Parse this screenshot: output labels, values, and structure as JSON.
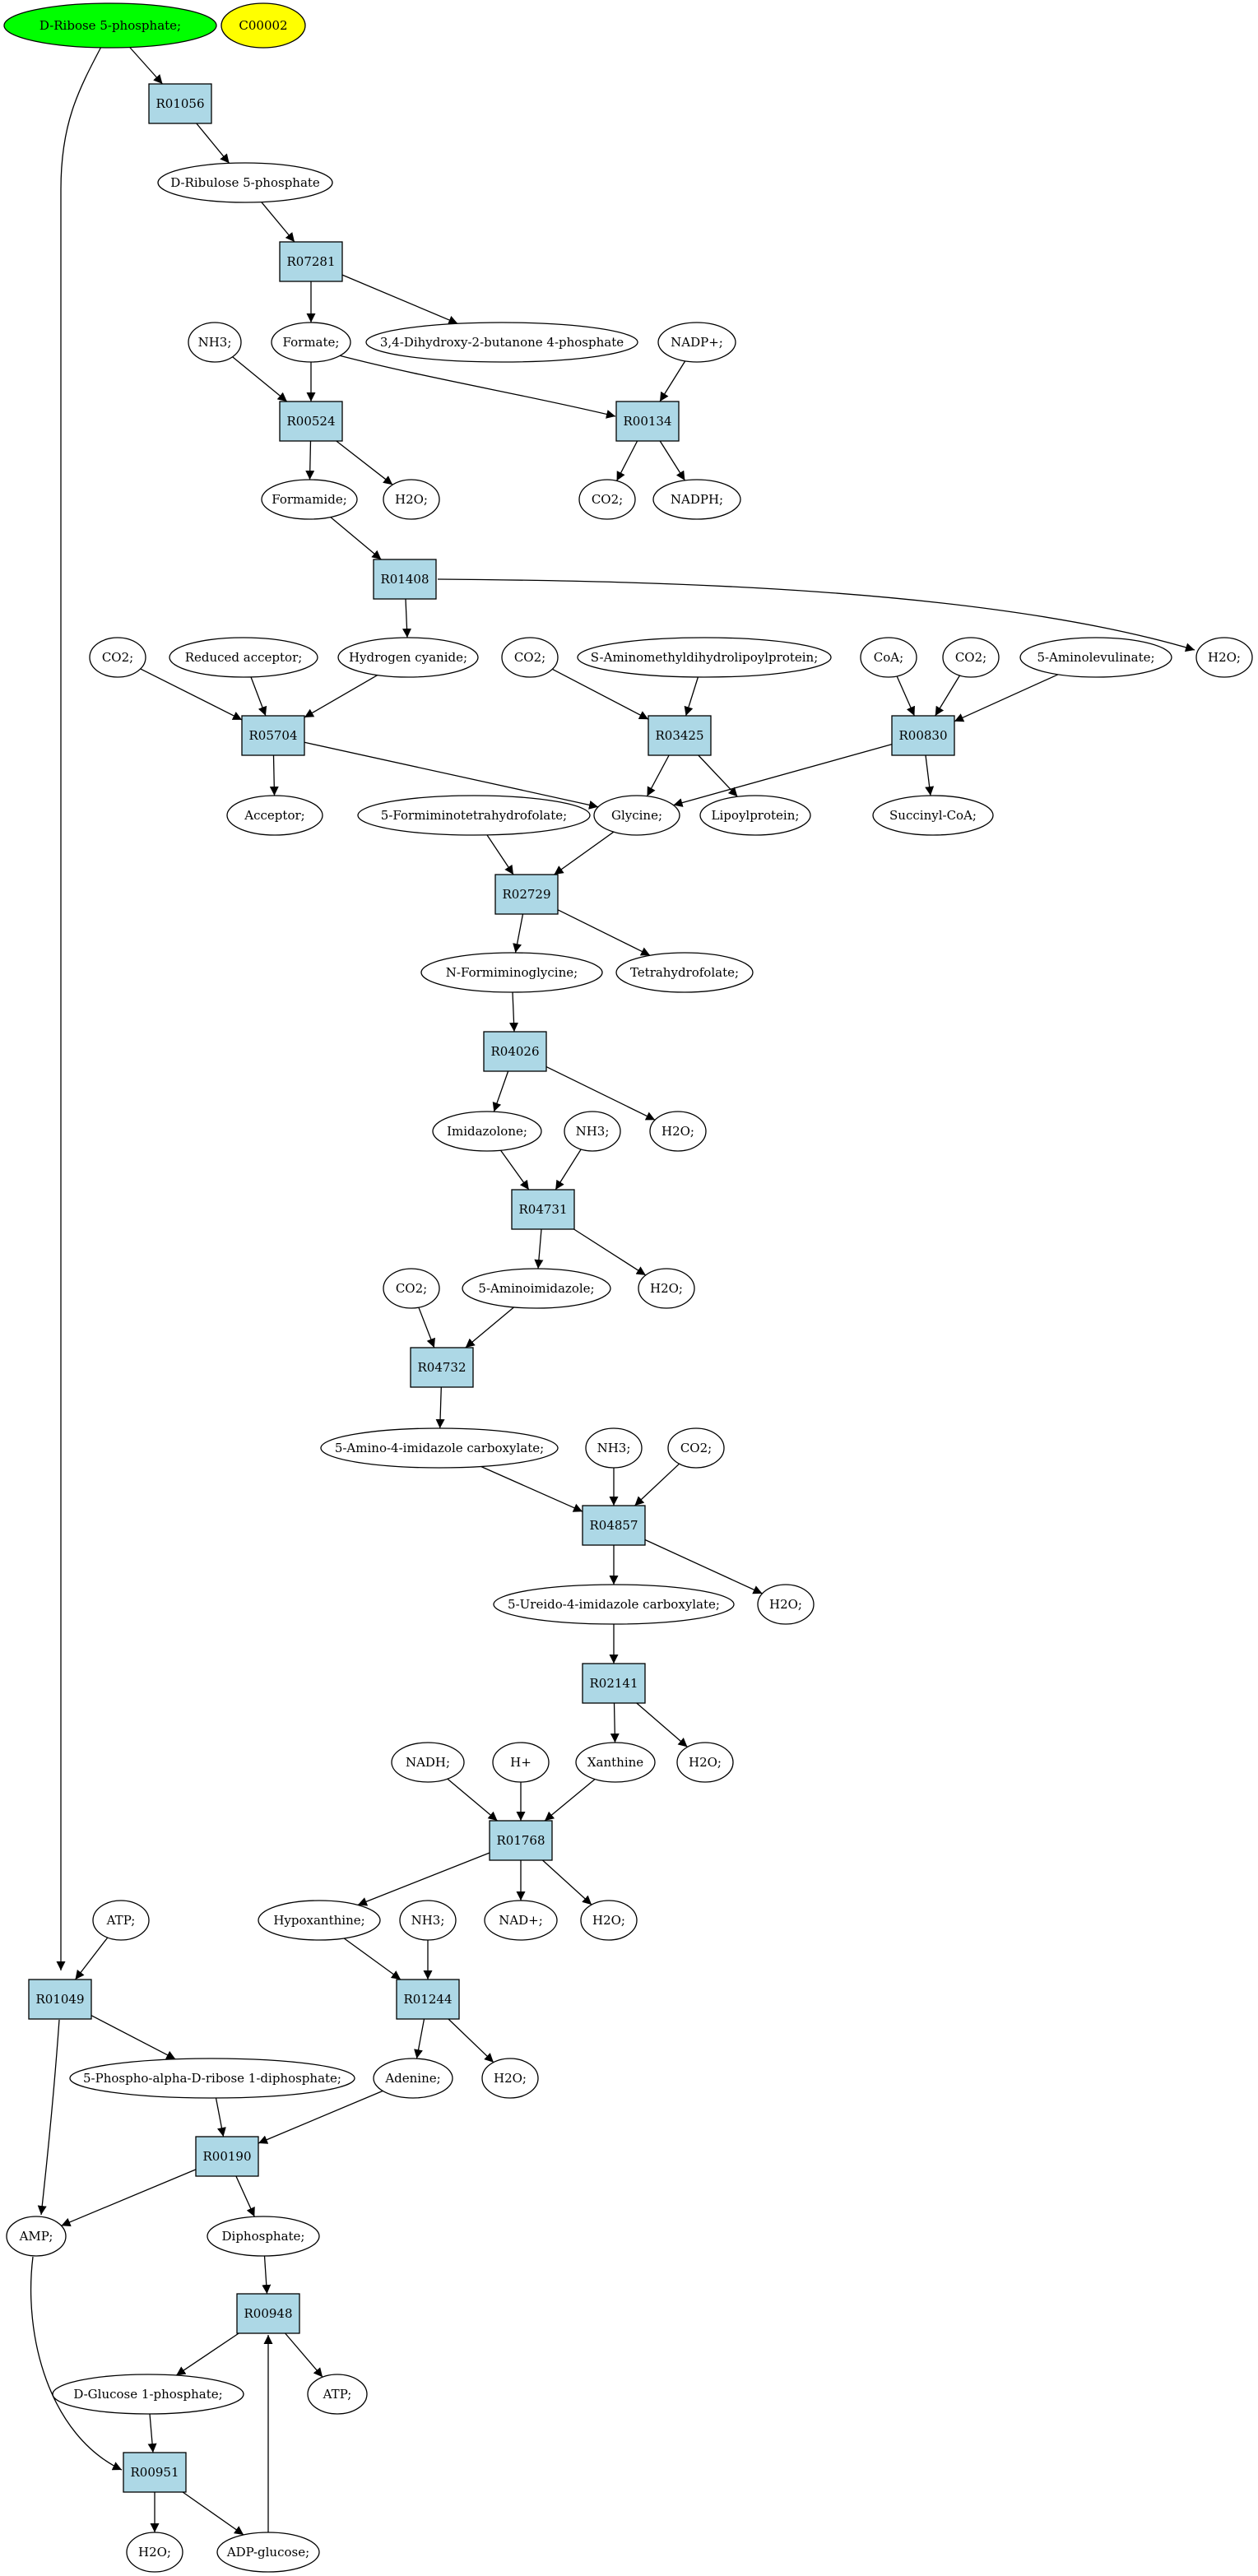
{
  "colors": {
    "reaction_fill": "#add8e6",
    "compound_fill": "#ffffff",
    "highlight_start": "#00ff00",
    "highlight_secondary": "#ffff00",
    "stroke": "#000000"
  },
  "nodes": [
    {
      "id": "ribose5p",
      "label": "D-Ribose 5-phosphate;",
      "shape": "ellipse",
      "color": "highlight_start"
    },
    {
      "id": "c00002",
      "label": "C00002",
      "shape": "ellipse",
      "color": "highlight_secondary"
    },
    {
      "id": "R01056",
      "label": "R01056",
      "shape": "box"
    },
    {
      "id": "ribulose5p",
      "label": "D-Ribulose 5-phosphate",
      "shape": "ellipse"
    },
    {
      "id": "R07281",
      "label": "R07281",
      "shape": "box"
    },
    {
      "id": "nh3_1",
      "label": "NH3;",
      "shape": "ellipse"
    },
    {
      "id": "formate",
      "label": "Formate;",
      "shape": "ellipse"
    },
    {
      "id": "dhbp",
      "label": "3,4-Dihydroxy-2-butanone 4-phosphate",
      "shape": "ellipse"
    },
    {
      "id": "nadp",
      "label": "NADP+;",
      "shape": "ellipse"
    },
    {
      "id": "R00524",
      "label": "R00524",
      "shape": "box"
    },
    {
      "id": "R00134",
      "label": "R00134",
      "shape": "box"
    },
    {
      "id": "formamide",
      "label": "Formamide;",
      "shape": "ellipse"
    },
    {
      "id": "h2o_1",
      "label": "H2O;",
      "shape": "ellipse"
    },
    {
      "id": "co2_1",
      "label": "CO2;",
      "shape": "ellipse"
    },
    {
      "id": "nadph",
      "label": "NADPH;",
      "shape": "ellipse"
    },
    {
      "id": "R01408",
      "label": "R01408",
      "shape": "box"
    },
    {
      "id": "h2o_2",
      "label": "H2O;",
      "shape": "ellipse"
    },
    {
      "id": "co2_2",
      "label": "CO2;",
      "shape": "ellipse"
    },
    {
      "id": "redacc",
      "label": "Reduced acceptor;",
      "shape": "ellipse"
    },
    {
      "id": "hcn",
      "label": "Hydrogen cyanide;",
      "shape": "ellipse"
    },
    {
      "id": "co2_3",
      "label": "CO2;",
      "shape": "ellipse"
    },
    {
      "id": "samdlp",
      "label": "S-Aminomethyldihydrolipoylprotein;",
      "shape": "ellipse"
    },
    {
      "id": "coa",
      "label": "CoA;",
      "shape": "ellipse"
    },
    {
      "id": "co2_4",
      "label": "CO2;",
      "shape": "ellipse"
    },
    {
      "id": "ala5",
      "label": "5-Aminolevulinate;",
      "shape": "ellipse"
    },
    {
      "id": "R05704",
      "label": "R05704",
      "shape": "box"
    },
    {
      "id": "R03425",
      "label": "R03425",
      "shape": "box"
    },
    {
      "id": "R00830",
      "label": "R00830",
      "shape": "box"
    },
    {
      "id": "acceptor",
      "label": "Acceptor;",
      "shape": "ellipse"
    },
    {
      "id": "fthf",
      "label": "5-Formiminotetrahydrofolate;",
      "shape": "ellipse"
    },
    {
      "id": "glycine",
      "label": "Glycine;",
      "shape": "ellipse"
    },
    {
      "id": "lipoyl",
      "label": "Lipoylprotein;",
      "shape": "ellipse"
    },
    {
      "id": "succoa",
      "label": "Succinyl-CoA;",
      "shape": "ellipse"
    },
    {
      "id": "R02729",
      "label": "R02729",
      "shape": "box"
    },
    {
      "id": "nfgly",
      "label": "N-Formiminoglycine;",
      "shape": "ellipse"
    },
    {
      "id": "thf",
      "label": "Tetrahydrofolate;",
      "shape": "ellipse"
    },
    {
      "id": "R04026",
      "label": "R04026",
      "shape": "box"
    },
    {
      "id": "imidazolone",
      "label": "Imidazolone;",
      "shape": "ellipse"
    },
    {
      "id": "nh3_2",
      "label": "NH3;",
      "shape": "ellipse"
    },
    {
      "id": "h2o_3",
      "label": "H2O;",
      "shape": "ellipse"
    },
    {
      "id": "R04731",
      "label": "R04731",
      "shape": "box"
    },
    {
      "id": "co2_5",
      "label": "CO2;",
      "shape": "ellipse"
    },
    {
      "id": "aminoimid",
      "label": "5-Aminoimidazole;",
      "shape": "ellipse"
    },
    {
      "id": "h2o_4",
      "label": "H2O;",
      "shape": "ellipse"
    },
    {
      "id": "R04732",
      "label": "R04732",
      "shape": "box"
    },
    {
      "id": "aic",
      "label": "5-Amino-4-imidazole carboxylate;",
      "shape": "ellipse"
    },
    {
      "id": "nh3_3",
      "label": "NH3;",
      "shape": "ellipse"
    },
    {
      "id": "co2_6",
      "label": "CO2;",
      "shape": "ellipse"
    },
    {
      "id": "R04857",
      "label": "R04857",
      "shape": "box"
    },
    {
      "id": "uic",
      "label": "5-Ureido-4-imidazole carboxylate;",
      "shape": "ellipse"
    },
    {
      "id": "h2o_5",
      "label": "H2O;",
      "shape": "ellipse"
    },
    {
      "id": "R02141",
      "label": "R02141",
      "shape": "box"
    },
    {
      "id": "nadh",
      "label": "NADH;",
      "shape": "ellipse"
    },
    {
      "id": "hplus",
      "label": "H+",
      "shape": "ellipse"
    },
    {
      "id": "xanthine",
      "label": "Xanthine",
      "shape": "ellipse"
    },
    {
      "id": "h2o_6",
      "label": "H2O;",
      "shape": "ellipse"
    },
    {
      "id": "R01768",
      "label": "R01768",
      "shape": "box"
    },
    {
      "id": "atp_1",
      "label": "ATP;",
      "shape": "ellipse"
    },
    {
      "id": "hypoxanthine",
      "label": "Hypoxanthine;",
      "shape": "ellipse"
    },
    {
      "id": "nh3_4",
      "label": "NH3;",
      "shape": "ellipse"
    },
    {
      "id": "nadplus",
      "label": "NAD+;",
      "shape": "ellipse"
    },
    {
      "id": "h2o_7",
      "label": "H2O;",
      "shape": "ellipse"
    },
    {
      "id": "R01049",
      "label": "R01049",
      "shape": "box"
    },
    {
      "id": "R01244",
      "label": "R01244",
      "shape": "box"
    },
    {
      "id": "prpp",
      "label": "5-Phospho-alpha-D-ribose 1-diphosphate;",
      "shape": "ellipse"
    },
    {
      "id": "adenine",
      "label": "Adenine;",
      "shape": "ellipse"
    },
    {
      "id": "h2o_8",
      "label": "H2O;",
      "shape": "ellipse"
    },
    {
      "id": "R00190",
      "label": "R00190",
      "shape": "box"
    },
    {
      "id": "amp",
      "label": "AMP;",
      "shape": "ellipse"
    },
    {
      "id": "diphosphate",
      "label": "Diphosphate;",
      "shape": "ellipse"
    },
    {
      "id": "R00948",
      "label": "R00948",
      "shape": "box"
    },
    {
      "id": "g1p",
      "label": "D-Glucose 1-phosphate;",
      "shape": "ellipse"
    },
    {
      "id": "atp_2",
      "label": "ATP;",
      "shape": "ellipse"
    },
    {
      "id": "R00951",
      "label": "R00951",
      "shape": "box"
    },
    {
      "id": "h2o_9",
      "label": "H2O;",
      "shape": "ellipse"
    },
    {
      "id": "adpglc",
      "label": "ADP-glucose;",
      "shape": "ellipse"
    }
  ],
  "edges": [
    [
      "ribose5p",
      "R01056"
    ],
    [
      "ribose5p",
      "R01049"
    ],
    [
      "R01056",
      "ribulose5p"
    ],
    [
      "ribulose5p",
      "R07281"
    ],
    [
      "R07281",
      "formate"
    ],
    [
      "R07281",
      "dhbp"
    ],
    [
      "nh3_1",
      "R00524"
    ],
    [
      "formate",
      "R00524"
    ],
    [
      "formate",
      "R00134"
    ],
    [
      "nadp",
      "R00134"
    ],
    [
      "R00524",
      "formamide"
    ],
    [
      "R00524",
      "h2o_1"
    ],
    [
      "R00134",
      "co2_1"
    ],
    [
      "R00134",
      "nadph"
    ],
    [
      "formamide",
      "R01408"
    ],
    [
      "R01408",
      "hcn"
    ],
    [
      "R01408",
      "h2o_2"
    ],
    [
      "co2_2",
      "R05704"
    ],
    [
      "redacc",
      "R05704"
    ],
    [
      "hcn",
      "R05704"
    ],
    [
      "co2_3",
      "R03425"
    ],
    [
      "samdlp",
      "R03425"
    ],
    [
      "coa",
      "R00830"
    ],
    [
      "co2_4",
      "R00830"
    ],
    [
      "ala5",
      "R00830"
    ],
    [
      "R05704",
      "acceptor"
    ],
    [
      "R05704",
      "glycine"
    ],
    [
      "R03425",
      "glycine"
    ],
    [
      "R03425",
      "lipoyl"
    ],
    [
      "R00830",
      "glycine"
    ],
    [
      "R00830",
      "succoa"
    ],
    [
      "fthf",
      "R02729"
    ],
    [
      "glycine",
      "R02729"
    ],
    [
      "R02729",
      "nfgly"
    ],
    [
      "R02729",
      "thf"
    ],
    [
      "nfgly",
      "R04026"
    ],
    [
      "R04026",
      "imidazolone"
    ],
    [
      "R04026",
      "h2o_3"
    ],
    [
      "imidazolone",
      "R04731"
    ],
    [
      "nh3_2",
      "R04731"
    ],
    [
      "R04731",
      "aminoimid"
    ],
    [
      "R04731",
      "h2o_4"
    ],
    [
      "co2_5",
      "R04732"
    ],
    [
      "aminoimid",
      "R04732"
    ],
    [
      "R04732",
      "aic"
    ],
    [
      "aic",
      "R04857"
    ],
    [
      "nh3_3",
      "R04857"
    ],
    [
      "co2_6",
      "R04857"
    ],
    [
      "R04857",
      "uic"
    ],
    [
      "R04857",
      "h2o_5"
    ],
    [
      "uic",
      "R02141"
    ],
    [
      "R02141",
      "xanthine"
    ],
    [
      "R02141",
      "h2o_6"
    ],
    [
      "nadh",
      "R01768"
    ],
    [
      "hplus",
      "R01768"
    ],
    [
      "xanthine",
      "R01768"
    ],
    [
      "R01768",
      "hypoxanthine"
    ],
    [
      "R01768",
      "nadplus"
    ],
    [
      "R01768",
      "h2o_7"
    ],
    [
      "hypoxanthine",
      "R01244"
    ],
    [
      "nh3_4",
      "R01244"
    ],
    [
      "R01244",
      "adenine"
    ],
    [
      "R01244",
      "h2o_8"
    ],
    [
      "atp_1",
      "R01049"
    ],
    [
      "R01049",
      "prpp"
    ],
    [
      "R01049",
      "amp"
    ],
    [
      "prpp",
      "R00190"
    ],
    [
      "adenine",
      "R00190"
    ],
    [
      "R00190",
      "amp"
    ],
    [
      "R00190",
      "diphosphate"
    ],
    [
      "diphosphate",
      "R00948"
    ],
    [
      "R00948",
      "g1p"
    ],
    [
      "R00948",
      "atp_2"
    ],
    [
      "g1p",
      "R00951"
    ],
    [
      "amp",
      "R00951"
    ],
    [
      "R00951",
      "h2o_9"
    ],
    [
      "R00951",
      "adpglc"
    ],
    [
      "adpglc",
      "R00948"
    ]
  ]
}
